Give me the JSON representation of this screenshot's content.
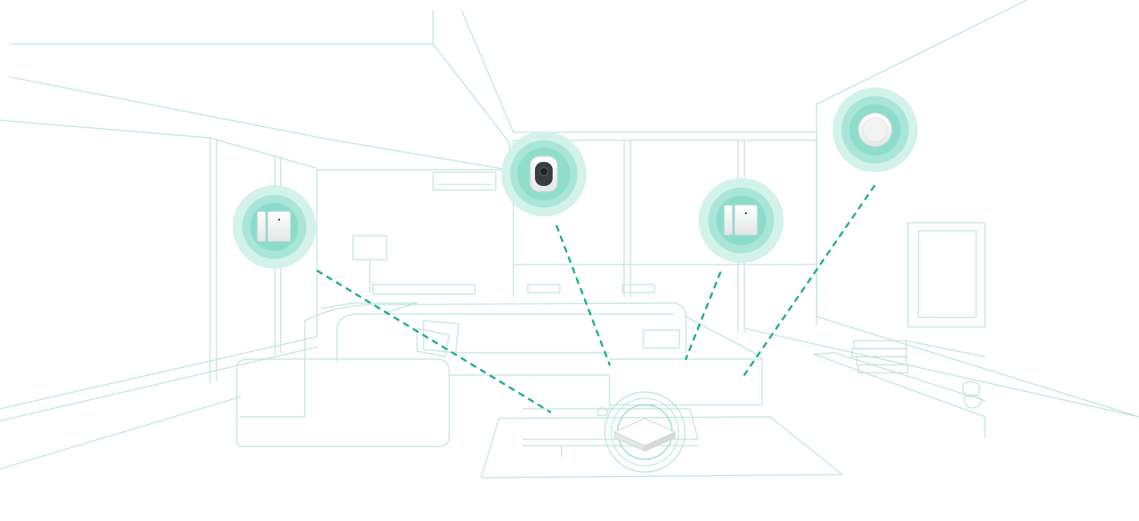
{
  "colors": {
    "line": "#bfe3dc",
    "accent": "#1fae8c",
    "halo_outer": "#d3f2ea",
    "halo_mid": "#a9e6d8",
    "halo_inner": "#7fd9c4",
    "device_white": "#f4f5f5",
    "device_shadow": "#d7dbdb",
    "camera_lens": "#3a3d40"
  },
  "devices": [
    {
      "name": "door-sensor-left",
      "icon": "door-window-sensor-icon"
    },
    {
      "name": "indoor-camera",
      "icon": "camera-icon"
    },
    {
      "name": "door-sensor-right",
      "icon": "door-window-sensor-icon"
    },
    {
      "name": "ceiling-motion-sensor",
      "icon": "motion-sensor-icon"
    },
    {
      "name": "hub",
      "icon": "hub-icon"
    }
  ]
}
